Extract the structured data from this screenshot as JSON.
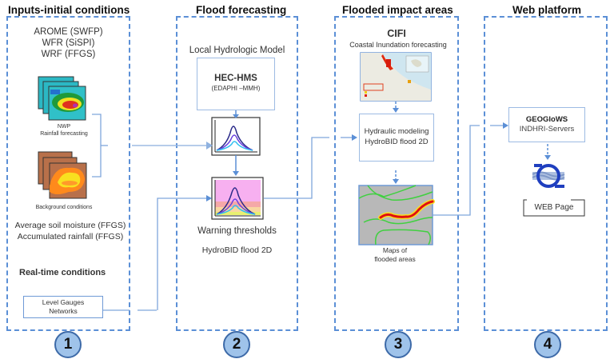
{
  "panels": [
    {
      "title": "Inputs-initial conditions",
      "number": "1",
      "models": [
        "AROME (SWFP)",
        "WFR (SiSPI)",
        "WRF (FFGS)"
      ],
      "nwp_caption": [
        "NWP",
        "Rainfall forecasting"
      ],
      "background_caption": "Background conditions",
      "soil_lines": [
        "Average soil moisture (FFGS)",
        "Accumulated rainfall (FFGS)"
      ],
      "realtime_heading": "Real-time conditions",
      "gauges_box": [
        "Level Gauges",
        "Networks"
      ]
    },
    {
      "title": "Flood forecasting",
      "number": "2",
      "model_heading": "Local Hydrologic Model",
      "hms_box": [
        "HEC-HMS",
        "(EDAPHI –MMH)"
      ],
      "warning_label": "Warning thresholds",
      "hydrobid_label": "HydroBID flood 2D"
    },
    {
      "title": "Flooded impact areas",
      "number": "3",
      "cifi_heading": "CIFI",
      "cifi_sub": "Coastal Inundation forecasting",
      "hydraulic_box": [
        "Hydraulic modeling",
        "HydroBID flood 2D"
      ],
      "maps_caption": [
        "Maps of",
        "flooded areas"
      ]
    },
    {
      "title": "Web platform",
      "number": "4",
      "geoglows_box": [
        "GEOGloWS",
        "INDHRI-Servers"
      ],
      "web_page_label": "WEB Page"
    }
  ],
  "colors": {
    "dashed_border": "#5b8fd6",
    "connector": "#5b8fd6",
    "number_fill": "#9fc3ea",
    "number_stroke": "#3d6aa8",
    "logo_blue": "#1f3fbf"
  }
}
